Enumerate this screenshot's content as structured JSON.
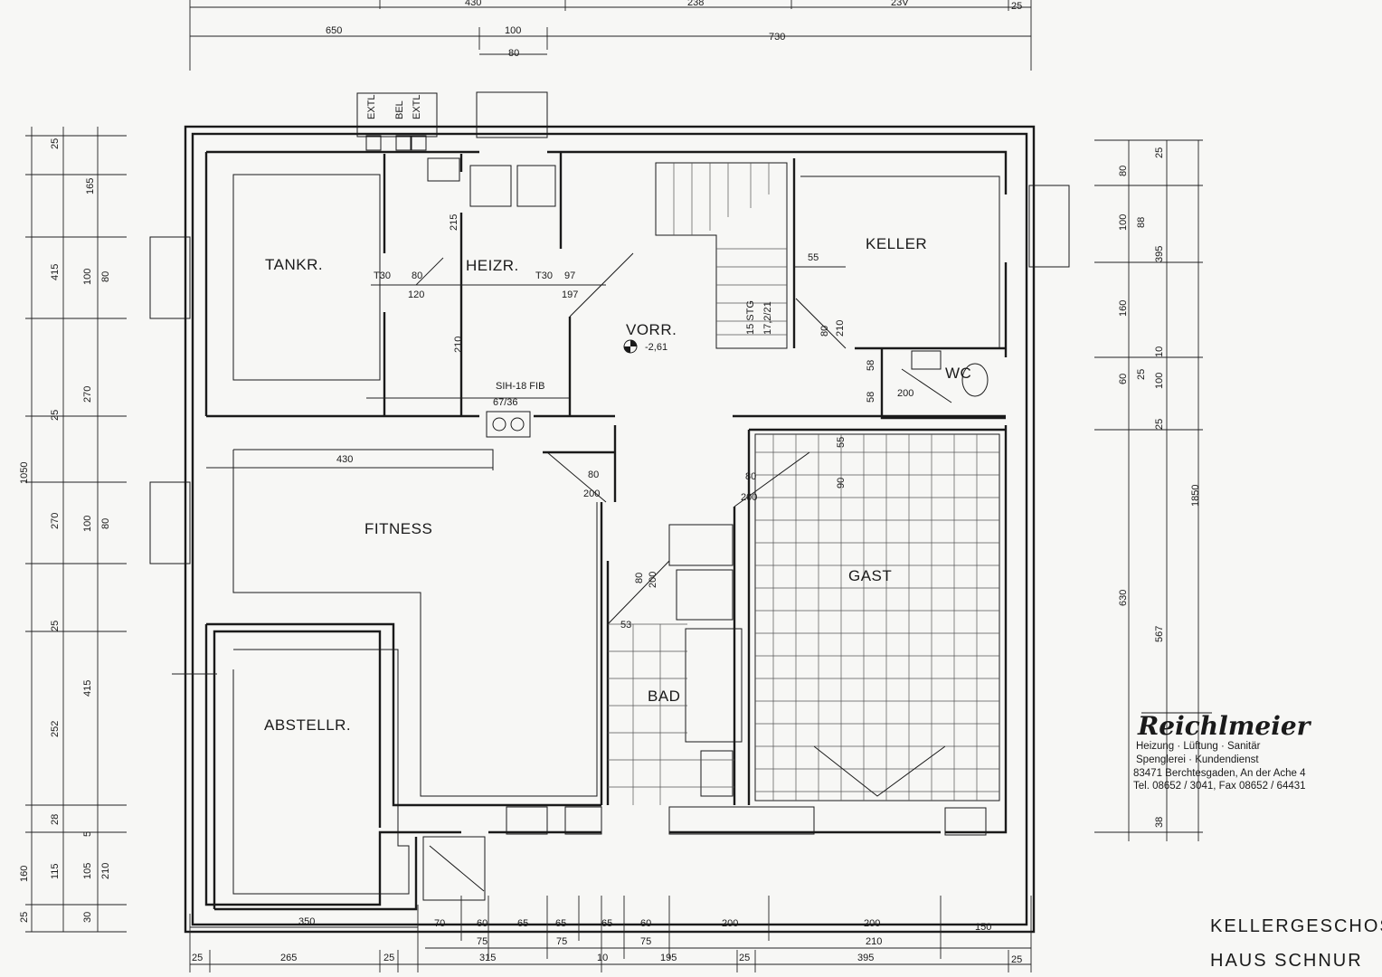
{
  "colors": {
    "ink": "#1a1a1a",
    "paper": "#f7f7f5"
  },
  "rooms": {
    "tankr": "TANKR.",
    "heizr": "HEIZR.",
    "keller": "KELLER",
    "vorr": "VORR.",
    "vorr_level": "-2,61",
    "wc": "WC",
    "fitness": "FITNESS",
    "gast": "GAST",
    "bad": "BAD",
    "abstellr": "ABSTELLR."
  },
  "door_labels": {
    "t30_a": "T30",
    "t30_a_w": "80",
    "t30_a_h": "120",
    "t30_b": "T30",
    "t30_b_w": "97",
    "t30_b_h": "197",
    "sih": "SIH-18 FIB",
    "sih_size": "67/36",
    "heiz_215": "215",
    "heiz_210": "210",
    "keller_55": "55",
    "keller_80": "80",
    "keller_210": "210",
    "wc_58a": "58",
    "wc_58b": "58",
    "wc_200": "200",
    "fit_430": "430",
    "mid_80a": "80",
    "mid_200a": "200",
    "mid_80b": "80",
    "mid_200b": "200",
    "bad_80": "80",
    "bad_200": "200",
    "bad_53": "53",
    "gast_55": "55",
    "gast_90": "90",
    "stair": "15 STG",
    "stair2": "17,2/21"
  },
  "dims_top": {
    "r1": [
      "430",
      "238",
      "23V",
      "25"
    ],
    "r2a": "650",
    "r2b": "100",
    "r2c": "730",
    "r3": "80"
  },
  "dims_left": {
    "outer": [
      "25",
      "165",
      "415",
      "100",
      "80",
      "270",
      "25",
      "1050",
      "270",
      "100",
      "80",
      "25",
      "415",
      "252",
      "28",
      "5",
      "160",
      "115",
      "105",
      "210",
      "25",
      "30"
    ]
  },
  "dims_right": {
    "outer": [
      "80",
      "25",
      "100",
      "88",
      "395",
      "160",
      "10",
      "60",
      "25",
      "100",
      "25",
      "1850",
      "630",
      "567",
      "38"
    ]
  },
  "dims_bottom": {
    "r1": [
      "350",
      "70",
      "60",
      "65",
      "65",
      "65",
      "60",
      "200",
      "200",
      "150"
    ],
    "r2": [
      "75",
      "75",
      "75",
      "210"
    ],
    "r3": [
      "25",
      "265",
      "25",
      "315",
      "10",
      "195",
      "25",
      "395",
      "25"
    ]
  },
  "extl": [
    "EXTL",
    "BEL",
    "EXTL"
  ],
  "stamp": {
    "title": "Reichlmeier",
    "line1": "Heizung · Lüftung · Sanitär",
    "line2": "Spenglerei · Kundendienst",
    "line3": "83471 Berchtesgaden, An der Ache 4",
    "line4": "Tel. 08652 / 3041, Fax 08652 / 64431"
  },
  "footer": {
    "line1": "KELLERGESCHOSS",
    "line2": "HAUS SCHNUR"
  }
}
